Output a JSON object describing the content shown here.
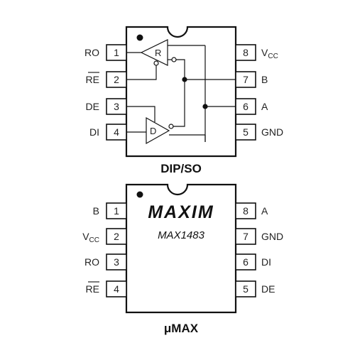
{
  "packages": [
    {
      "name": "DIP/SO",
      "left_pins": [
        {
          "num": "1",
          "label": "RO",
          "overbar": false
        },
        {
          "num": "2",
          "label": "RE",
          "overbar": true
        },
        {
          "num": "3",
          "label": "DE",
          "overbar": false
        },
        {
          "num": "4",
          "label": "DI",
          "overbar": false
        }
      ],
      "right_pins": [
        {
          "num": "8",
          "label_main": "V",
          "label_sub": "CC"
        },
        {
          "num": "7",
          "label_main": "B",
          "label_sub": ""
        },
        {
          "num": "6",
          "label_main": "A",
          "label_sub": ""
        },
        {
          "num": "5",
          "label_main": "GND",
          "label_sub": ""
        }
      ],
      "receiver_letter": "R",
      "driver_letter": "D"
    },
    {
      "name": "μMAX",
      "brand": "MAXIM",
      "part_number": "MAX1483",
      "left_pins": [
        {
          "num": "1",
          "label_main": "B",
          "label_sub": "",
          "overbar": false
        },
        {
          "num": "2",
          "label_main": "V",
          "label_sub": "CC",
          "overbar": false
        },
        {
          "num": "3",
          "label_main": "RO",
          "label_sub": "",
          "overbar": false
        },
        {
          "num": "4",
          "label_main": "RE",
          "label_sub": "",
          "overbar": true
        }
      ],
      "right_pins": [
        {
          "num": "8",
          "label": "A"
        },
        {
          "num": "7",
          "label": "GND"
        },
        {
          "num": "6",
          "label": "DI"
        },
        {
          "num": "5",
          "label": "DE"
        }
      ]
    }
  ]
}
